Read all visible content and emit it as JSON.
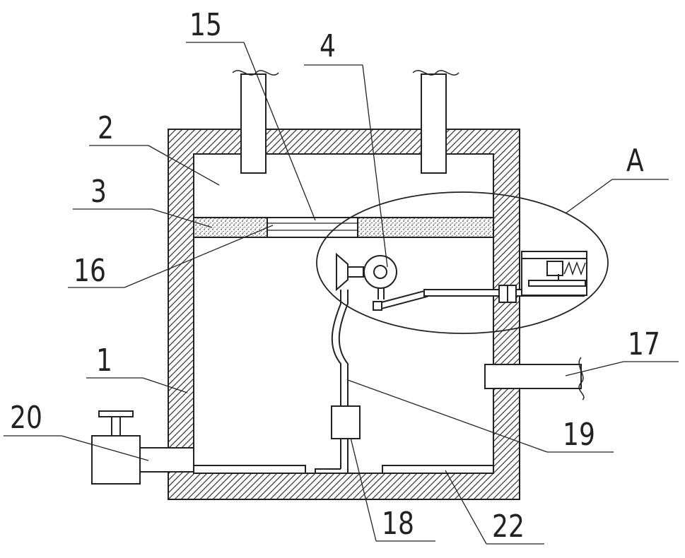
{
  "diagram": {
    "labels": {
      "l15": "15",
      "l4": "4",
      "l2": "2",
      "lA": "A",
      "l3": "3",
      "l16": "16",
      "l17": "17",
      "l1": "1",
      "l20": "20",
      "l19": "19",
      "l18": "18",
      "l22": "22"
    }
  }
}
